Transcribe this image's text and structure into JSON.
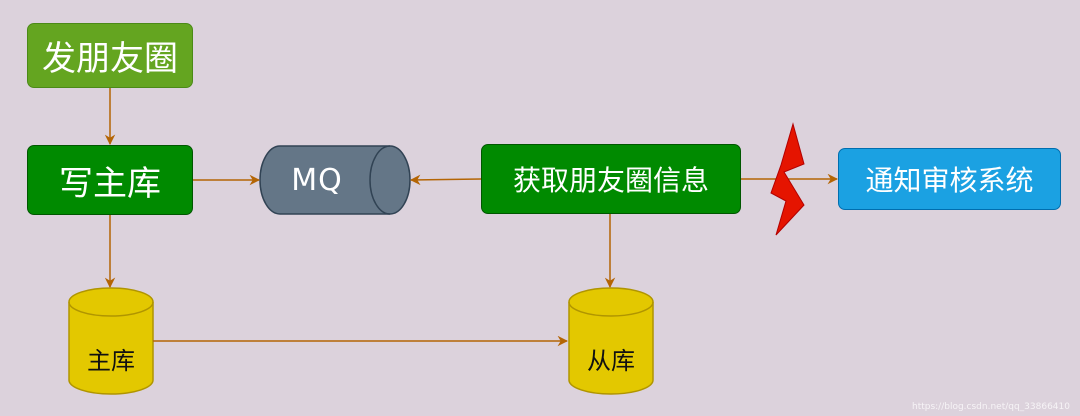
{
  "nodes": {
    "post_moments": "发朋友圈",
    "write_master": "写主库",
    "message_queue": "MQ",
    "fetch_moments": "获取朋友圈信息",
    "notify_audit": "通知审核系统",
    "master_db": "主库",
    "slave_db": "从库"
  },
  "watermark": "https://blog.csdn.net/qq_33866410",
  "colors": {
    "background": "#dcd2dc",
    "green_light": "#64a520",
    "green_dark": "#008a00",
    "blue": "#1ba1e2",
    "queue_gray": "#647687",
    "db_yellow": "#e3c800",
    "edge": "#b46504",
    "failure_bolt": "#e51400"
  }
}
